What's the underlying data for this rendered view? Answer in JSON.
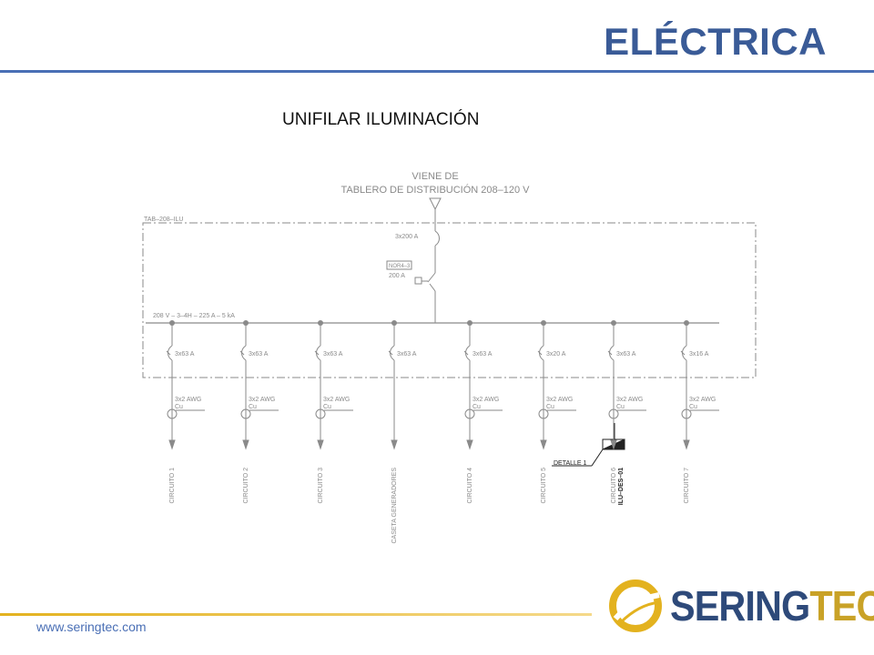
{
  "header": {
    "title": "ELÉCTRICA"
  },
  "diagram": {
    "subtitle": "UNIFILAR ILUMINACIÓN",
    "source_line1": "VIENE DE",
    "source_line2": "TABLERO DE DISTRIBUCIÓN 208–120 V",
    "panel_id": "TAB–208–ILU",
    "main_breaker": "3x200 A",
    "relay_tag": "NOR4–3",
    "relay_rating": "200 A",
    "bus_label": "208 V – 3–4H – 225 A – 5 kA",
    "detail_label": "DETALLE 1",
    "circuits": [
      {
        "breaker": "3x63 A",
        "cable1": "3x2 AWG",
        "cable2": "Cu",
        "name": "CIRCUITO 1"
      },
      {
        "breaker": "3x63 A",
        "cable1": "3x2 AWG",
        "cable2": "Cu",
        "name": "CIRCUITO 2"
      },
      {
        "breaker": "3x63 A",
        "cable1": "3x2 AWG",
        "cable2": "Cu",
        "name": "CIRCUITO 3"
      },
      {
        "breaker": "3x63 A",
        "cable1": "",
        "cable2": "",
        "name": "CASETA GENERADORES"
      },
      {
        "breaker": "3x63 A",
        "cable1": "3x2 AWG",
        "cable2": "Cu",
        "name": "CIRCUITO 4"
      },
      {
        "breaker": "3x20 A",
        "cable1": "3x2 AWG",
        "cable2": "Cu",
        "name": "CIRCUITO 5"
      },
      {
        "breaker": "3x63 A",
        "cable1": "3x2 AWG",
        "cable2": "Cu",
        "name": "CIRCUITO 6",
        "name2": "ILU–DES–01"
      },
      {
        "breaker": "3x16 A",
        "cable1": "3x2 AWG",
        "cable2": "Cu",
        "name": "CIRCUITO 7"
      }
    ]
  },
  "footer": {
    "url": "www.seringtec.com",
    "logo_part1": "SERING",
    "logo_part2": "TEC"
  },
  "colors": {
    "title": "#3a5b97",
    "rule_top": "#4a6fb5",
    "rule_bottom": "#e3b21f",
    "logo_blue": "#2e4a7a",
    "logo_gold": "#c9a227"
  }
}
